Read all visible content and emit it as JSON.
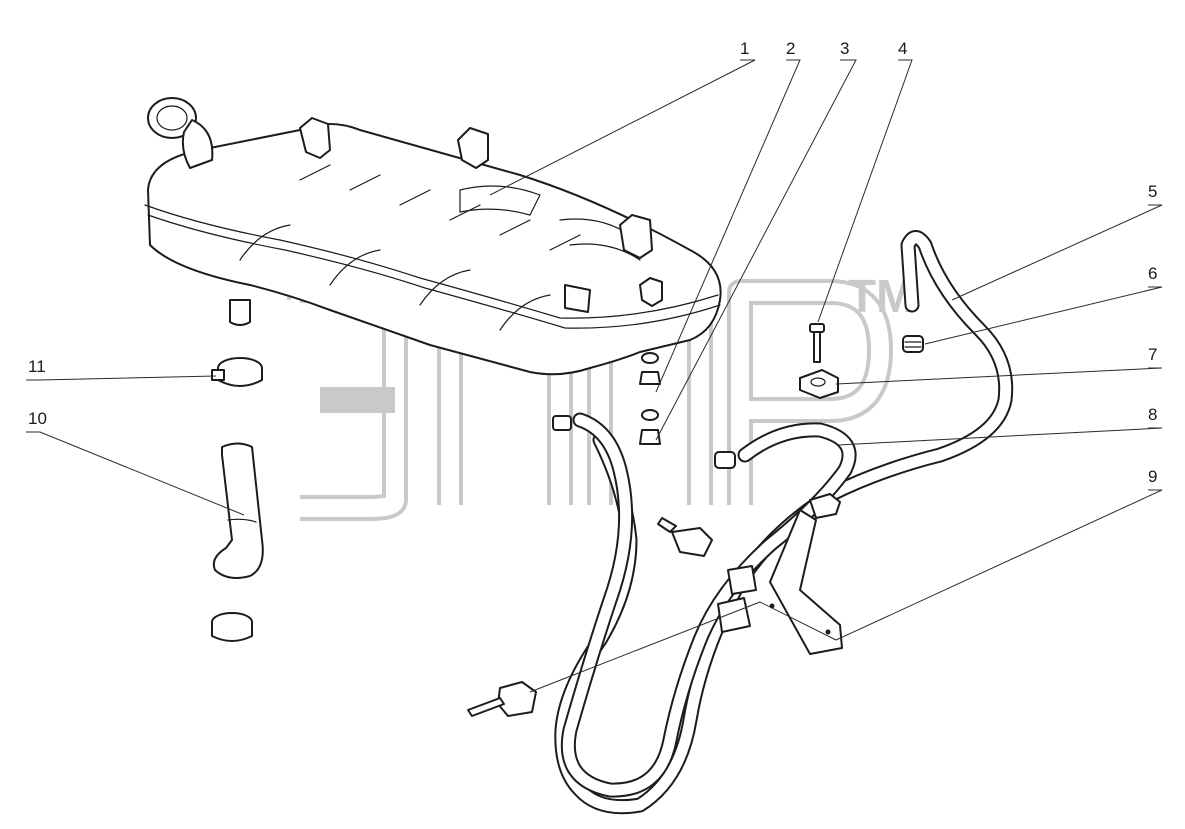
{
  "watermark": {
    "trademark": "TM"
  },
  "callouts": [
    {
      "label": "1"
    },
    {
      "label": "2"
    },
    {
      "label": "3"
    },
    {
      "label": "4"
    },
    {
      "label": "5"
    },
    {
      "label": "6"
    },
    {
      "label": "7"
    },
    {
      "label": "8"
    },
    {
      "label": "9"
    },
    {
      "label": "10"
    },
    {
      "label": "11"
    }
  ]
}
